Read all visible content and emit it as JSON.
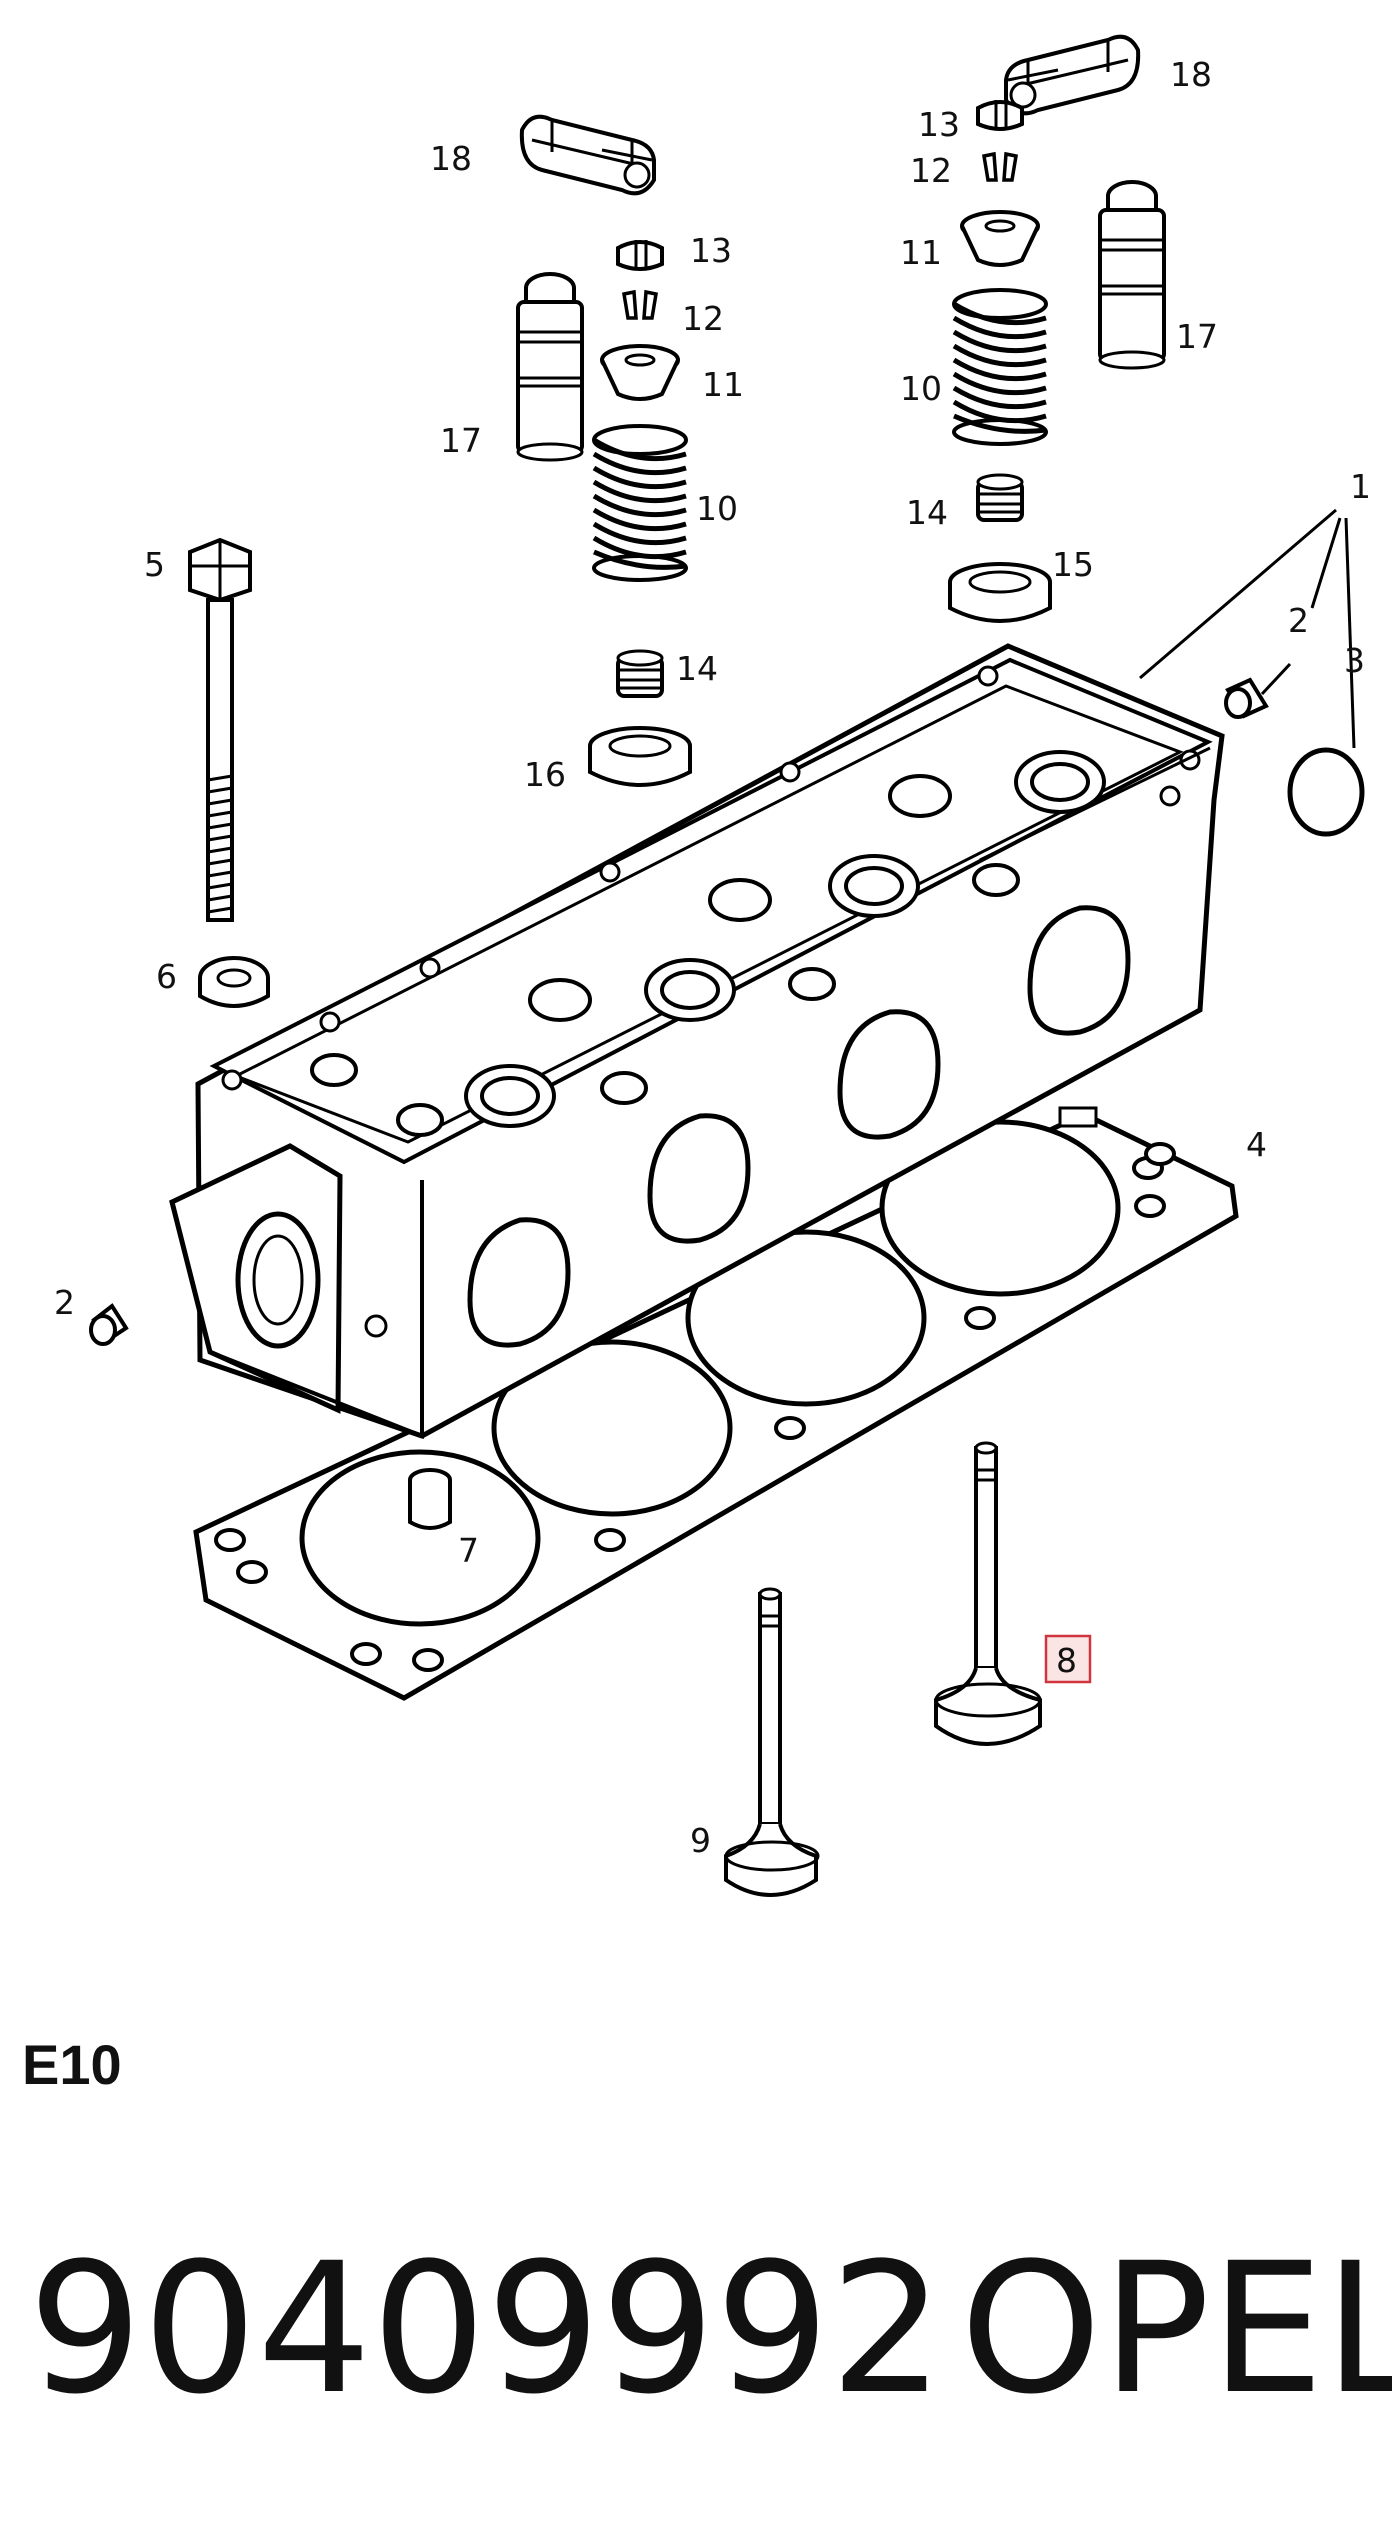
{
  "diagram": {
    "callouts": {
      "c1": "1",
      "c2a": "2",
      "c2b": "2",
      "c3": "3",
      "c4": "4",
      "c5": "5",
      "c6": "6",
      "c7": "7",
      "c8": "8",
      "c9": "9",
      "c10a": "10",
      "c10b": "10",
      "c11a": "11",
      "c11b": "11",
      "c12a": "12",
      "c12b": "12",
      "c13a": "13",
      "c13b": "13",
      "c14a": "14",
      "c14b": "14",
      "c15": "15",
      "c16": "16",
      "c17a": "17",
      "c17b": "17",
      "c18a": "18",
      "c18b": "18"
    },
    "highlighted_callout": "8",
    "highlight_color": "#d0343c"
  },
  "footer": {
    "section_code": "E10",
    "part_number": "90409992",
    "brand": "OPEL"
  }
}
